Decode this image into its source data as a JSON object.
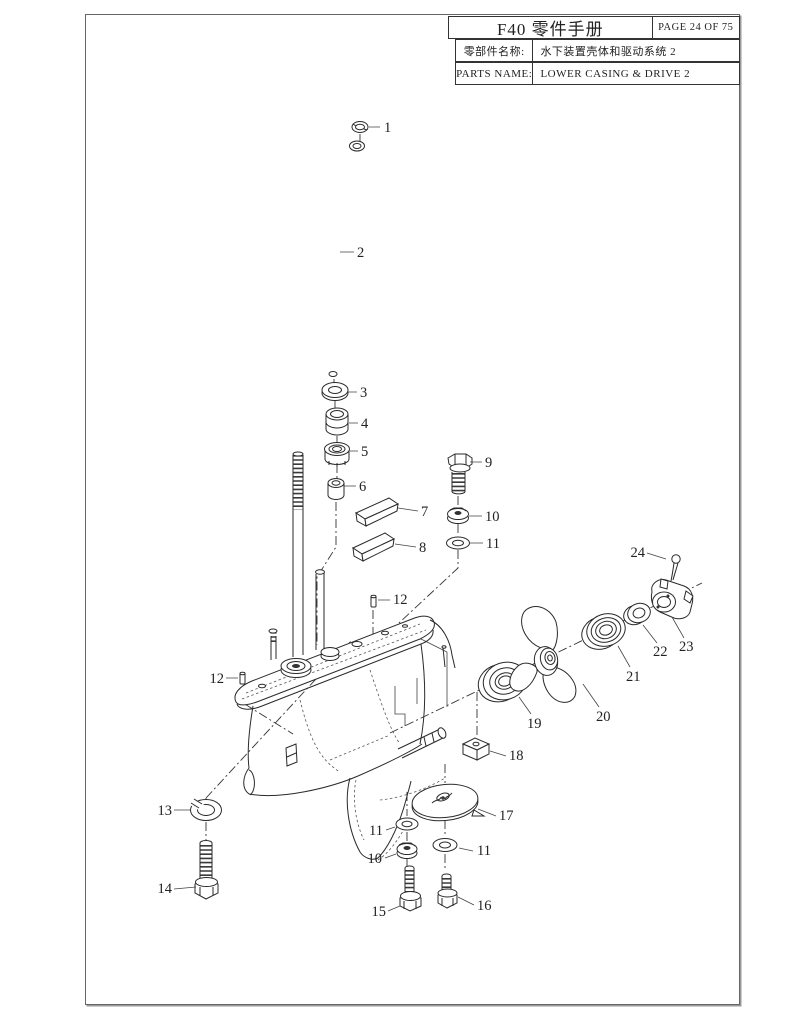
{
  "header": {
    "title": "F40 零件手册",
    "page": "PAGE 24 OF 75",
    "row_cn": {
      "label": "零部件名称:",
      "value": "水下装置壳体和驱动系统 2"
    },
    "row_en": {
      "label": "PARTS NAME:",
      "value": "LOWER CASING & DRIVE 2"
    }
  },
  "callouts": {
    "n1": "1",
    "n2": "2",
    "n3": "3",
    "n4": "4",
    "n5": "5",
    "n6": "6",
    "n7": "7",
    "n8": "8",
    "n9": "9",
    "n10": "10",
    "n11": "11",
    "n12": "12",
    "n13": "13",
    "n14": "14",
    "n15": "15",
    "n16": "16",
    "n17": "17",
    "n18": "18",
    "n19": "19",
    "n20": "20",
    "n21": "21",
    "n22": "22",
    "n23": "23",
    "n24": "24"
  },
  "colors": {
    "ink": "#222222",
    "paper": "#ffffff",
    "border": "#666666"
  }
}
